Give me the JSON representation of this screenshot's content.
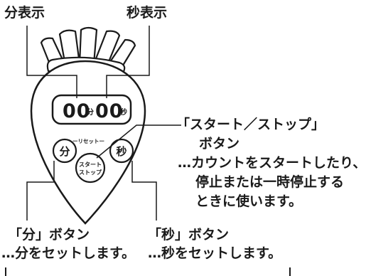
{
  "labels": {
    "minute_display": "分表示",
    "second_display": "秒表示",
    "start_stop_title": "「スタート／ストップ」",
    "start_stop_button_word": "ボタン",
    "start_stop_desc_1": "…カウントをスタートしたり、",
    "start_stop_desc_2": "停止または一時停止する",
    "start_stop_desc_3": "ときに使います。",
    "minute_button_title": "「分」ボタン",
    "minute_button_desc": "…分をセットします。",
    "second_button_title": "「秒」ボタン",
    "second_button_desc": "…秒をセットします。"
  },
  "device": {
    "display_digits_minutes": "00",
    "display_unit_minutes": "分",
    "display_digits_seconds": "00",
    "display_unit_seconds": "秒",
    "reset_label": "ーリセットー",
    "minute_key": "分",
    "second_key": "秒",
    "start_key_line1": "スタート",
    "start_key_line2": "ストップ"
  },
  "colors": {
    "ink": "#1a1a1a",
    "background": "#ffffff"
  }
}
